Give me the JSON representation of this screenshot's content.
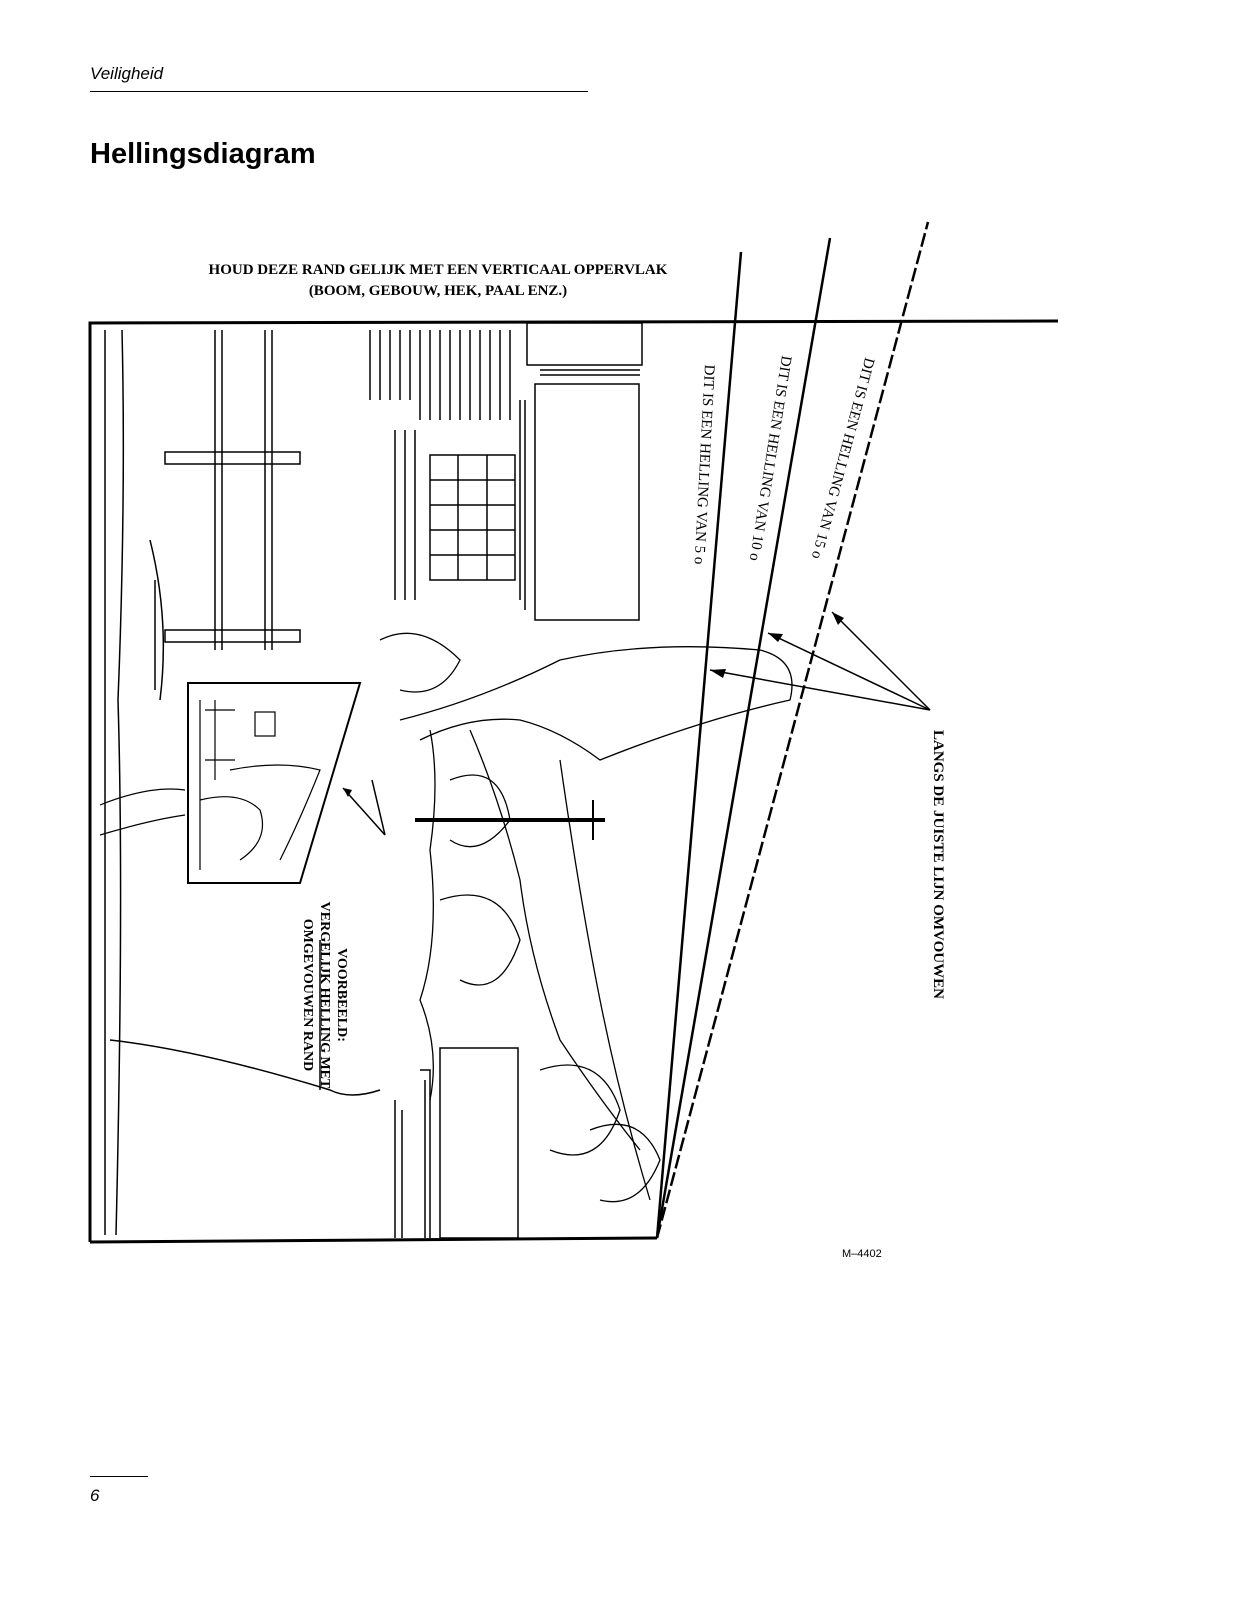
{
  "header": {
    "section": "Veiligheid"
  },
  "title": "Hellingsdiagram",
  "diagram": {
    "edge_instruction_line1": "HOUD DEZE RAND GELIJK MET EEN VERTICAAL OPPERVLAK",
    "edge_instruction_line2": "(BOOM, GEBOUW, HEK, PAAL ENZ.)",
    "slope_5": "DIT IS EEN HELLING VAN 5 o",
    "slope_10": "DIT IS EEN HELLING VAN 10 o",
    "slope_15": "DIT IS EEN HELLING VAN 15 o",
    "fold_instruction": "LANGS DE JUISTE LIJN OMVOUWEN",
    "example_lines": [
      "VOORBEELD:",
      "VERGELIJK HELLING MET",
      "OMGEVOUWEN RAND"
    ],
    "reference_code": "M–4402"
  },
  "footer": {
    "page_number": "6"
  }
}
